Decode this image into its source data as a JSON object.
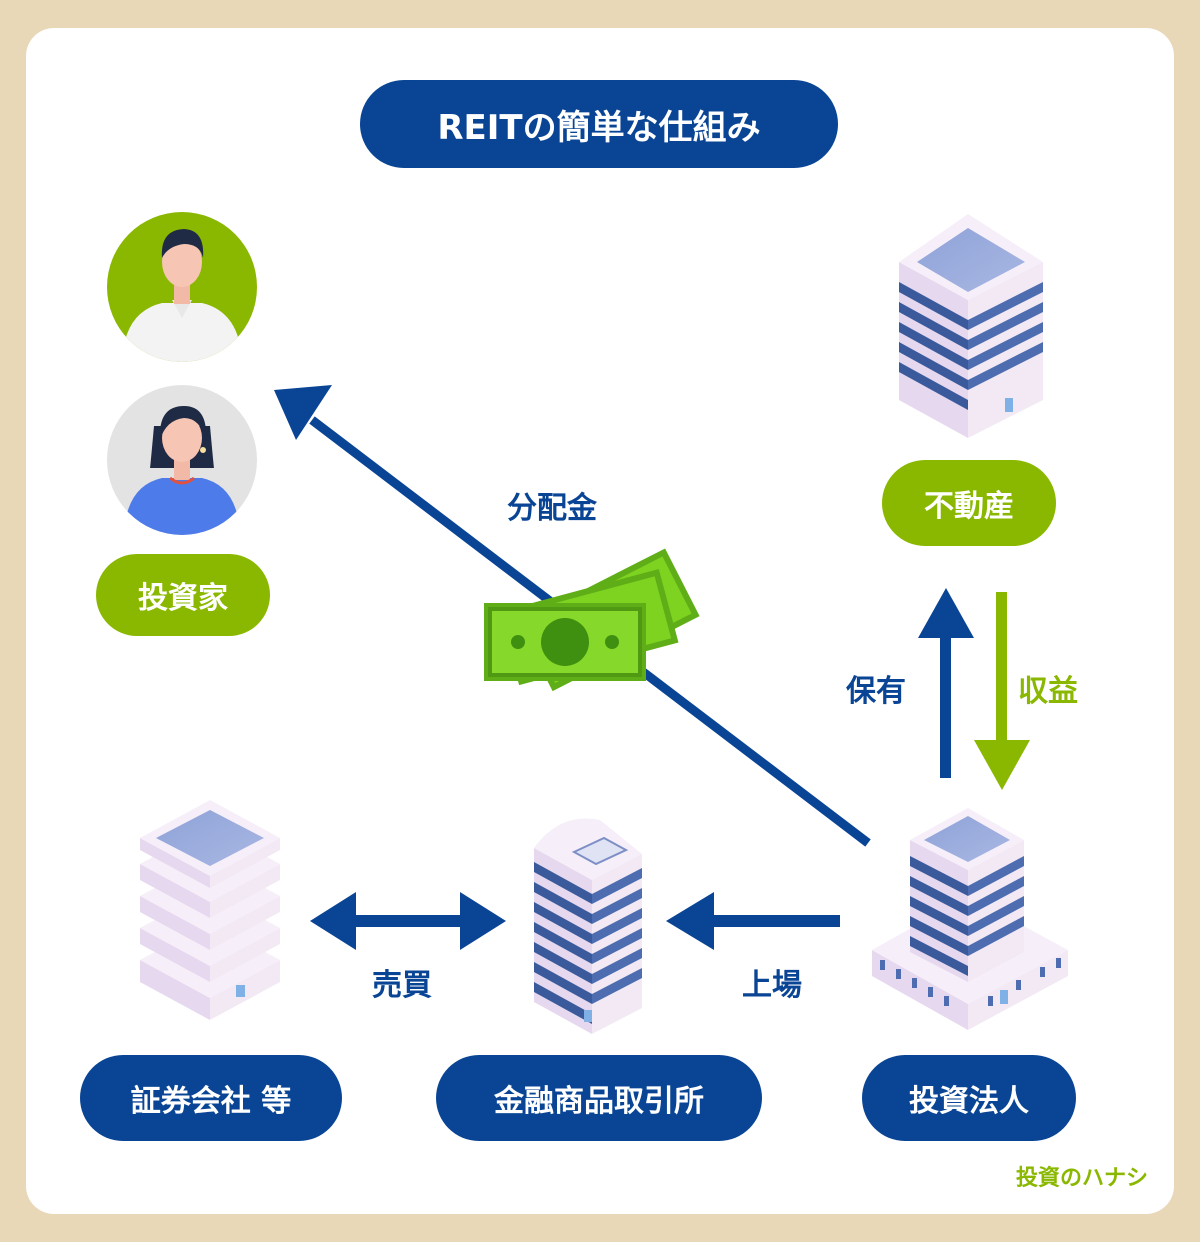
{
  "title": "REITの簡単な仕組み",
  "nodes": {
    "investor": "投資家",
    "real_estate": "不動産",
    "securities": "証券会社 等",
    "exchange": "金融商品取引所",
    "corporation": "投資法人"
  },
  "edges": {
    "dividend": "分配金",
    "holding": "保有",
    "income": "収益",
    "trading": "売買",
    "listing": "上場"
  },
  "brand": "投資のハナシ",
  "colors": {
    "navy": "#0a4595",
    "green": "#8ab800",
    "background": "#e9d8b8",
    "building_light": "#e6d8ee",
    "building_stripe": "#3a5a9c",
    "money": "#7ed321"
  }
}
